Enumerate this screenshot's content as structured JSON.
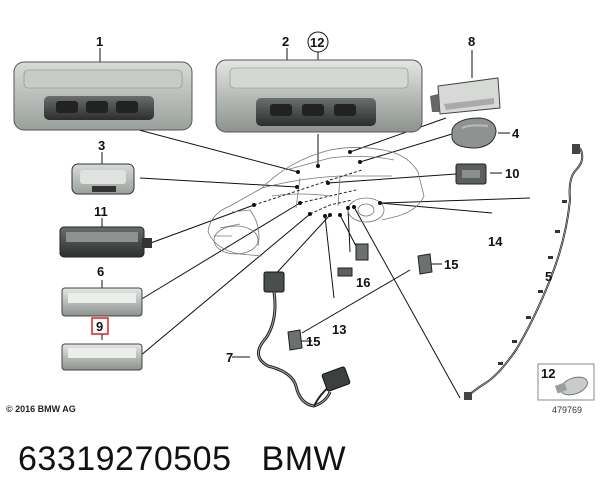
{
  "diagram": {
    "callouts": [
      "1",
      "2",
      "12",
      "8",
      "4",
      "3",
      "10",
      "11",
      "14",
      "15",
      "6",
      "16",
      "5",
      "9",
      "13",
      "15",
      "7",
      "12"
    ],
    "copyright": "© 2016 BMW AG",
    "image_number": "479769"
  },
  "footer": {
    "part_number": "63319270505",
    "brand": "BMW"
  }
}
